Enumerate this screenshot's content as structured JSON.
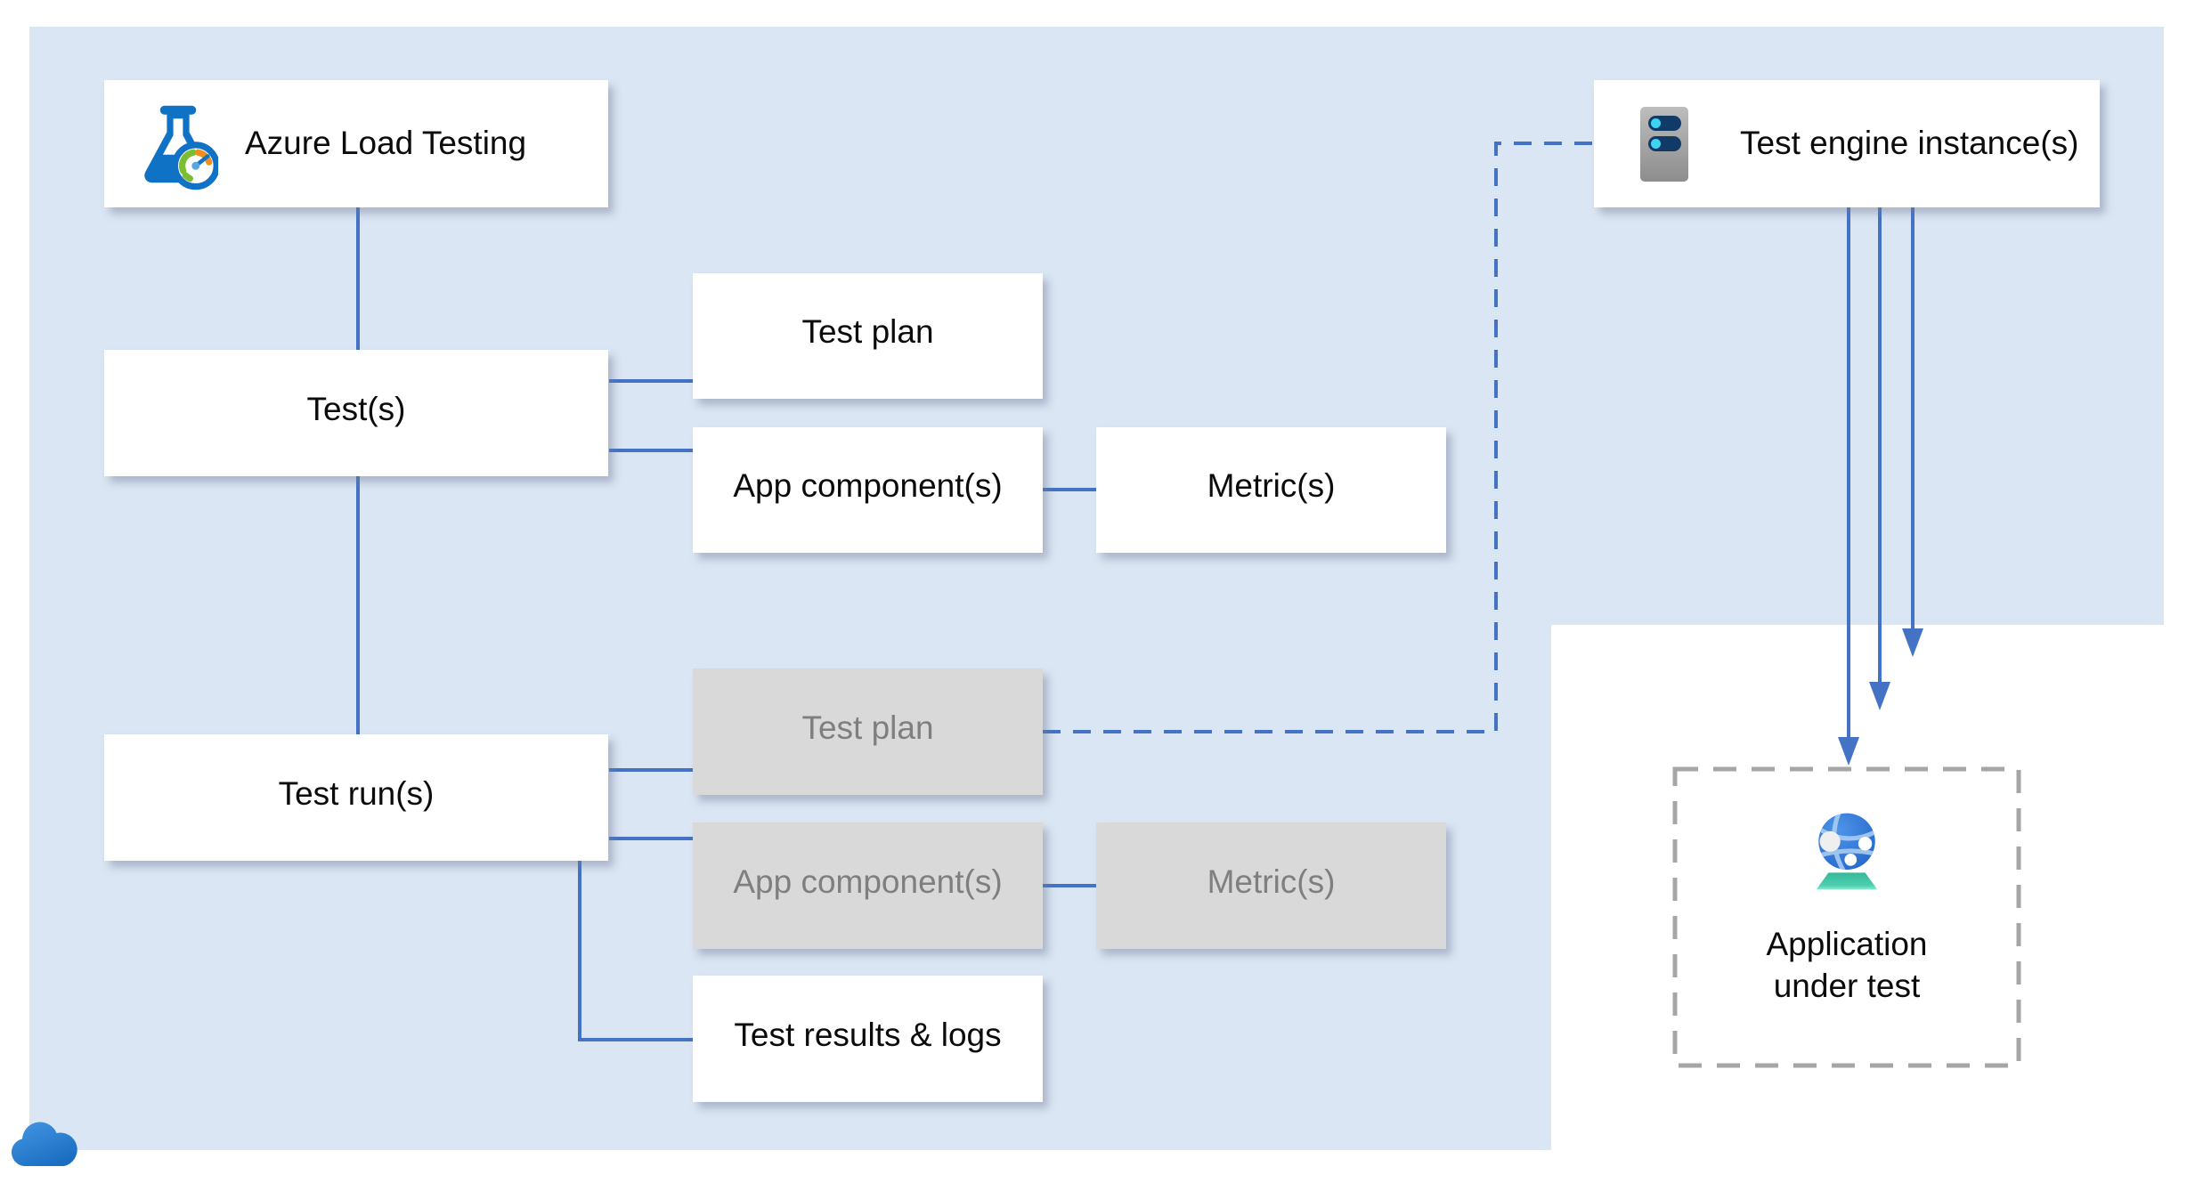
{
  "colors": {
    "region_fill": "#dbe6f4",
    "connector_blue": "#4472c4",
    "node_fill": "#ffffff",
    "node_fill_disabled": "#d9d9d9",
    "node_text": "#0b0b0b",
    "node_text_disabled": "#7f7f7f",
    "dashed_box_border": "#a6a6a6"
  },
  "nodes": {
    "azure_load_testing": {
      "label": "Azure Load Testing",
      "icon": "load-testing-flask-gauge-icon"
    },
    "tests": {
      "label": "Test(s)"
    },
    "test_plan": {
      "label": "Test plan"
    },
    "app_components": {
      "label": "App component(s)"
    },
    "metrics": {
      "label": "Metric(s)"
    },
    "test_runs": {
      "label": "Test run(s)"
    },
    "run_test_plan": {
      "label": "Test plan",
      "state": "disabled"
    },
    "run_app_components": {
      "label": "App component(s)",
      "state": "disabled"
    },
    "run_metrics": {
      "label": "Metric(s)",
      "state": "disabled"
    },
    "test_results": {
      "label": "Test results & logs"
    },
    "test_engine": {
      "label": "Test engine instance(s)",
      "icon": "server-icon"
    },
    "application_under_test": {
      "label": "Application under test",
      "icon": "web-app-globe-icon"
    }
  },
  "edges": [
    {
      "from": "azure_load_testing",
      "to": "tests",
      "style": "solid"
    },
    {
      "from": "tests",
      "to": "test_runs",
      "style": "solid"
    },
    {
      "from": "tests",
      "to": "test_plan",
      "style": "solid"
    },
    {
      "from": "tests",
      "to": "app_components",
      "style": "solid"
    },
    {
      "from": "app_components",
      "to": "metrics",
      "style": "solid"
    },
    {
      "from": "test_runs",
      "to": "run_test_plan",
      "style": "solid"
    },
    {
      "from": "test_runs",
      "to": "run_app_components",
      "style": "solid"
    },
    {
      "from": "run_app_components",
      "to": "run_metrics",
      "style": "solid"
    },
    {
      "from": "test_runs",
      "to": "test_results",
      "style": "solid"
    },
    {
      "from": "run_test_plan",
      "to": "test_engine",
      "style": "dashed"
    },
    {
      "from": "test_engine",
      "to": "application_under_test",
      "style": "arrow",
      "count": 3
    }
  ],
  "decorations": {
    "cloud_icon": "azure-cloud-icon"
  }
}
